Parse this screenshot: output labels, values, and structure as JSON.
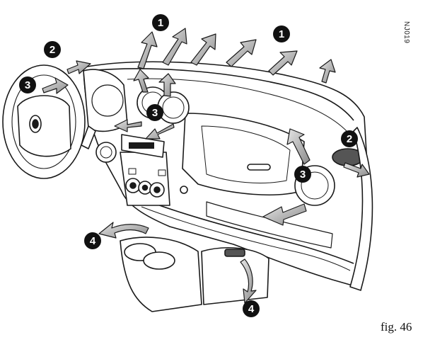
{
  "figure": {
    "caption": "fig. 46",
    "code": "NJ019"
  },
  "callouts": [
    {
      "id": "vent-1a",
      "number": "1"
    },
    {
      "id": "vent-1b",
      "number": "1"
    },
    {
      "id": "vent-2a",
      "number": "2"
    },
    {
      "id": "vent-2b",
      "number": "2"
    },
    {
      "id": "vent-3a",
      "number": "3"
    },
    {
      "id": "vent-3b",
      "number": "3"
    },
    {
      "id": "vent-3c",
      "number": "3"
    },
    {
      "id": "vent-4a",
      "number": "4"
    },
    {
      "id": "vent-4b",
      "number": "4"
    }
  ],
  "colors": {
    "line": "#1a1a1a",
    "arrow_fill": "#bdbdbd",
    "arrow_dark": "#7a7a7a",
    "badge": "#111111",
    "panel": "#ffffff"
  }
}
